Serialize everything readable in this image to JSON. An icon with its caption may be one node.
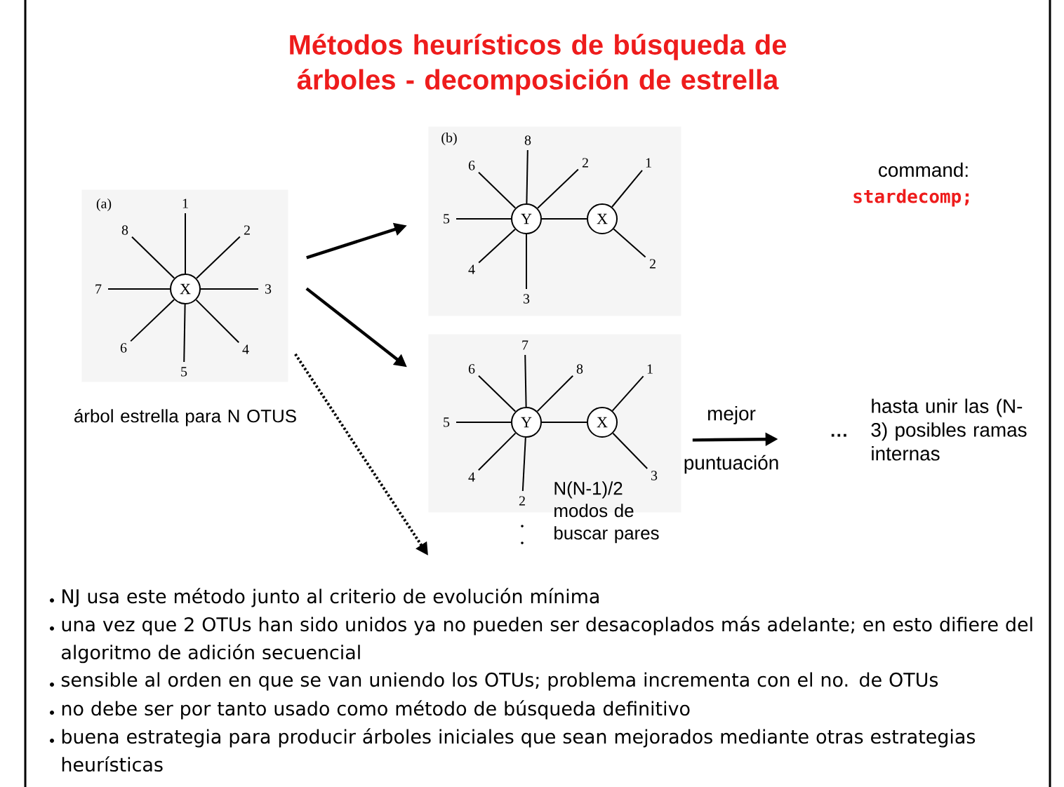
{
  "diagram": {
    "title": "Métodos heurísticos de búsqueda de árboles - decomposición de estrella",
    "nodes": [
      {
        "text": [
          "(a)"
        ],
        "beside": [
          "árbol estrella para N OTUS"
        ]
      },
      {
        "text": [
          "(b)"
        ]
      },
      {
        "text": [],
        "shape": "picture",
        "beside": [
          "N(N-1)/2 modos de buscar pares"
        ]
      },
      {
        "text": [
          "···"
        ]
      },
      {
        "text": [
          "hasta unir las (N-3) posibles ramas internas"
        ]
      }
    ],
    "edges": [
      {
        "from": 0,
        "to": 1,
        "arrow": "to"
      },
      {
        "from": 0,
        "to": 2,
        "arrow": "to"
      },
      {
        "from": 0,
        "to": null,
        "arrow": "to",
        "style": "dashed"
      },
      {
        "from": 2,
        "to": 3,
        "arrow": "to"
      }
    ],
    "labels": [
      "1",
      "2",
      "3",
      "4",
      "5",
      "6",
      "7",
      "8",
      "X",
      "8",
      "6",
      "2",
      "1",
      "5",
      "Y",
      "X",
      "4",
      "2",
      "3",
      "7",
      "6",
      "8",
      "1",
      "5",
      "Y",
      "X",
      "4",
      "3",
      "2",
      "command:",
      "stardecomp;",
      "mejor",
      "puntuación",
      "NJ usa este método junto al criterio de evolución mínima",
      "una vez que 2 OTUs han sido unidos ya no pueden ser desacoplados más adelante; en esto difiere del algoritmo de adición secuencial",
      "sensible al orden en que se van uniendo los OTUs; problema incrementa con el no. de OTUs",
      "no debe ser por tanto usado como método de búsqueda definitivo",
      "buena estrategia para producir árboles iniciales que sean mejorados mediante otras estrategias heurísticas"
    ]
  }
}
